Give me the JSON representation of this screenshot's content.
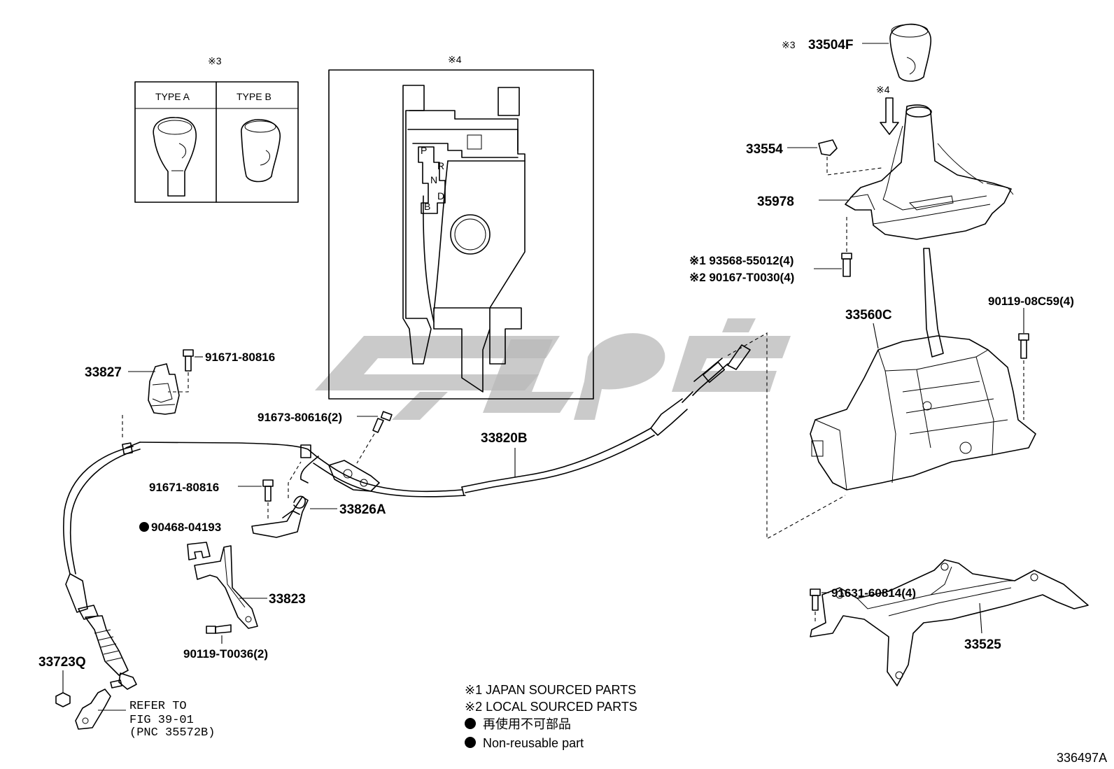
{
  "callouts": {
    "ref3_top": "※3",
    "ref4_top": "※4",
    "ref4_arrow": "※4"
  },
  "type_box": {
    "type_a": "TYPE A",
    "type_b": "TYPE B"
  },
  "gate_letters": [
    "P",
    "R",
    "N",
    "D",
    "B"
  ],
  "parts": {
    "p33504F": "33504F",
    "p33504F_ref": "※3",
    "p33554": "33554",
    "p35978": "35978",
    "bolt1": "※1 93568-55012(4)",
    "bolt2": "※2 90167-T0030(4)",
    "p33560C": "33560C",
    "p90119_08C59": "90119-08C59(4)",
    "p91631": "91631-60814(4)",
    "p33525": "33525",
    "p33827": "33827",
    "p91671_a": "91671-80816",
    "p91673": "91673-80616(2)",
    "p33820B": "33820B",
    "p91671_b": "91671-80816",
    "p33826A": "33826A",
    "p90468": "90468-04193",
    "p33823": "33823",
    "p90119_T0036": "90119-T0036(2)",
    "p33723Q": "33723Q"
  },
  "refer": {
    "line1": "REFER TO",
    "line2": "FIG 39-01",
    "line3": "(PNC 35572B)"
  },
  "legend": {
    "l1": "※1 JAPAN SOURCED PARTS",
    "l2": "※2 LOCAL SOURCED PARTS",
    "l3": "再使用不可部品",
    "l4": "Non-reusable part"
  },
  "figure_id": "336497A",
  "watermark_text": "ﭼﯿﻠﻮﯾﺪﮐﯽ"
}
